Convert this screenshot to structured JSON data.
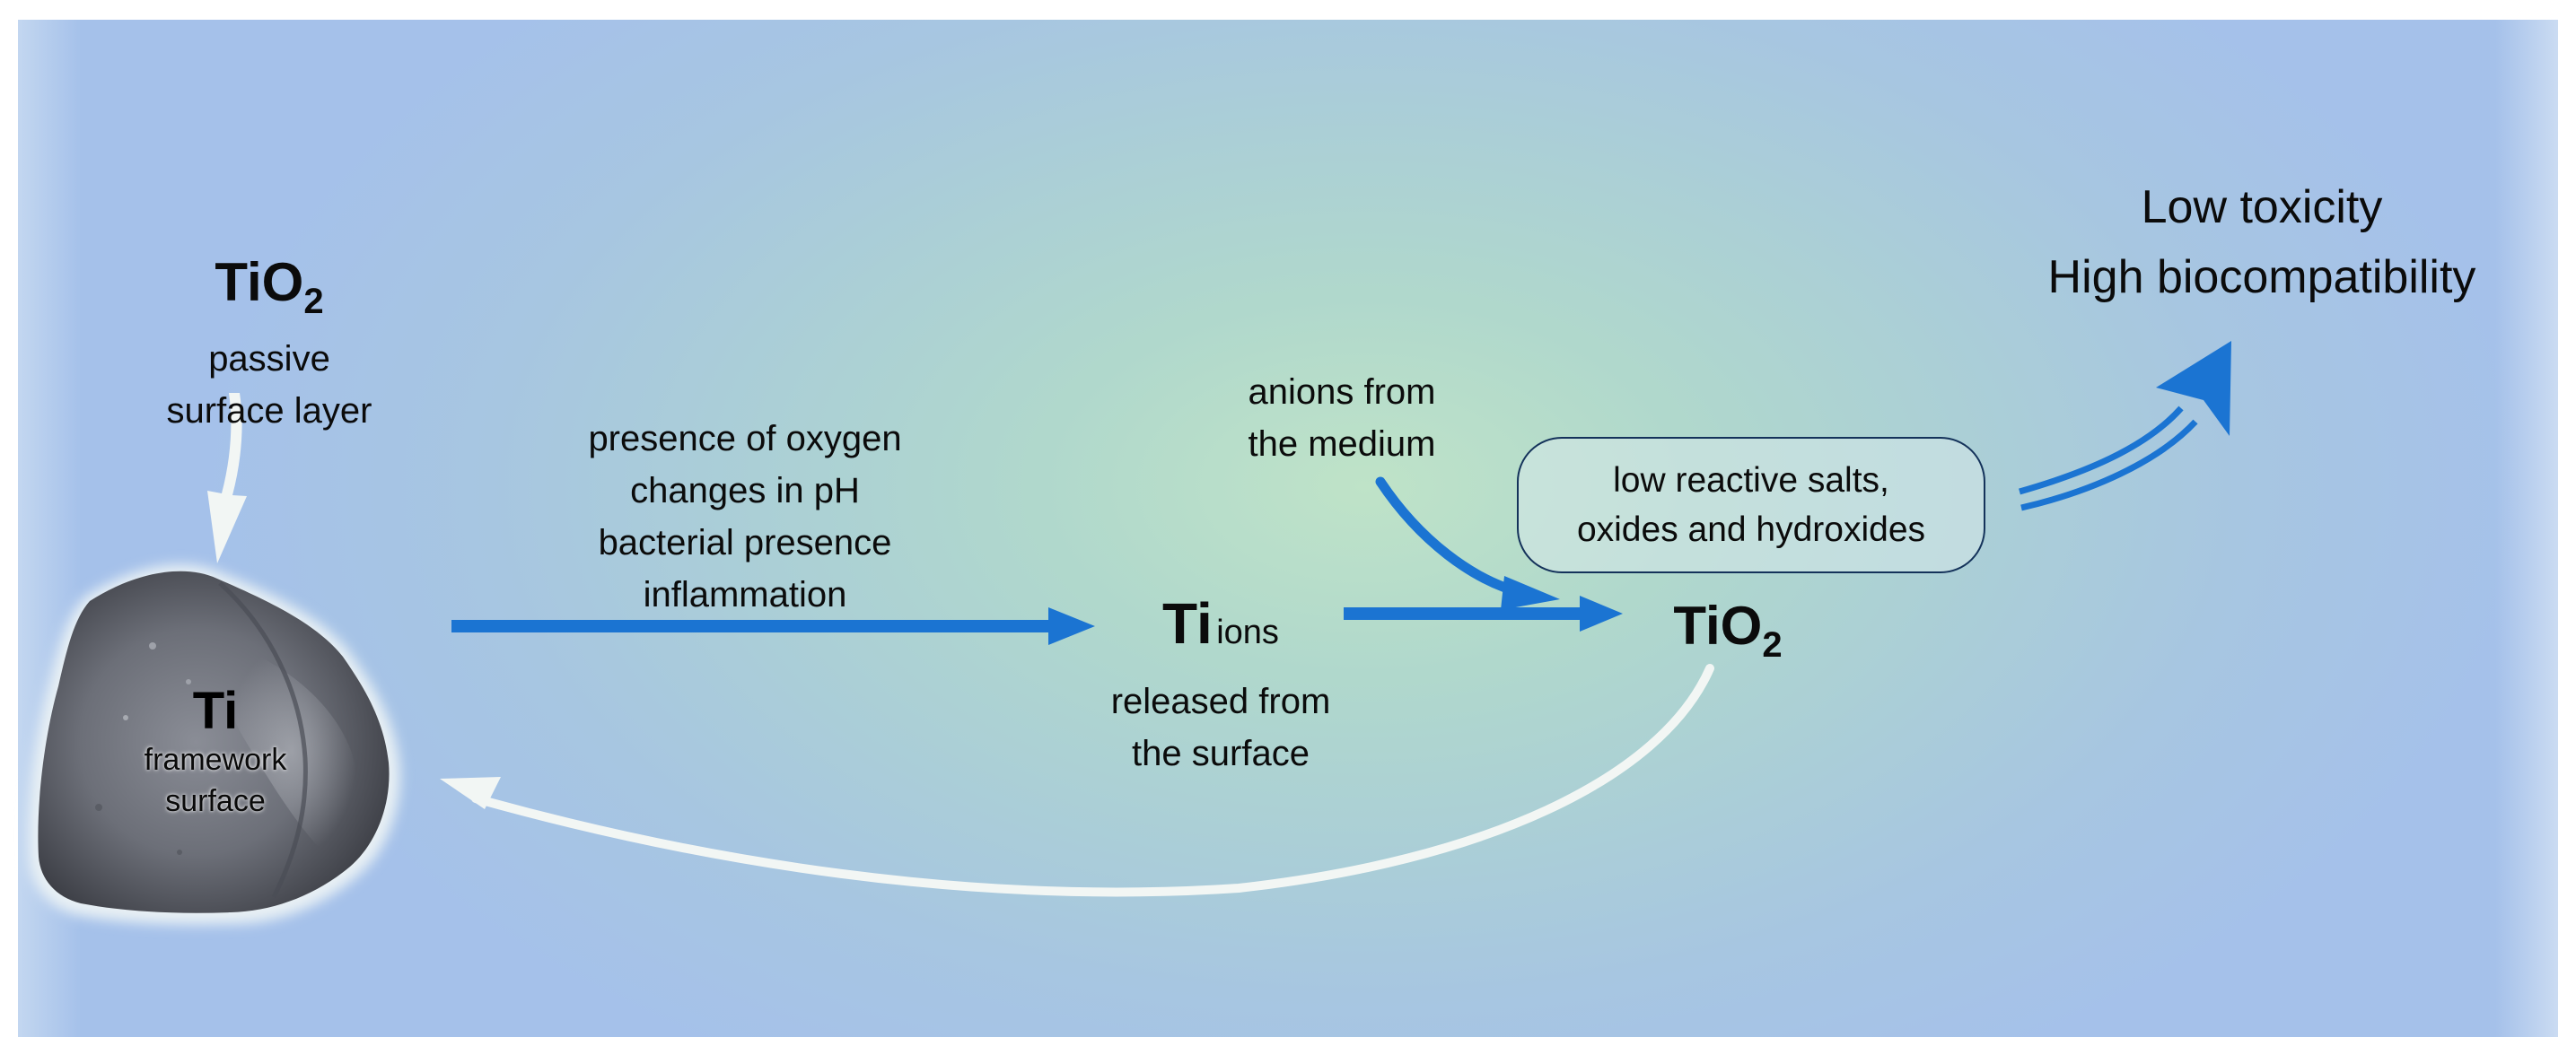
{
  "titanium_layer": {
    "formula_main": "TiO",
    "formula_subscript": "2",
    "line1": "passive",
    "line2": "surface layer"
  },
  "framework": {
    "element": "Ti",
    "line1": "framework",
    "line2": "surface"
  },
  "conditions": {
    "line1": "presence of oxygen",
    "line2": "changes in pH",
    "line3": "bacterial presence",
    "line4": "inflammation"
  },
  "ions": {
    "element": "Ti",
    "word": "ions",
    "line1": "released from",
    "line2": "the surface"
  },
  "anions": {
    "line1": "anions from",
    "line2": "the medium"
  },
  "salts": {
    "line1": "low reactive salts,",
    "line2": "oxides and hydroxides"
  },
  "product": {
    "formula_main": "TiO",
    "formula_subscript": "2"
  },
  "outcome": {
    "line1": "Low toxicity",
    "line2": "High biocompatibility"
  },
  "colors": {
    "arrow_blue": "#1b74d2",
    "arrow_white": "#f2f6f4",
    "box_border": "#14325a"
  }
}
